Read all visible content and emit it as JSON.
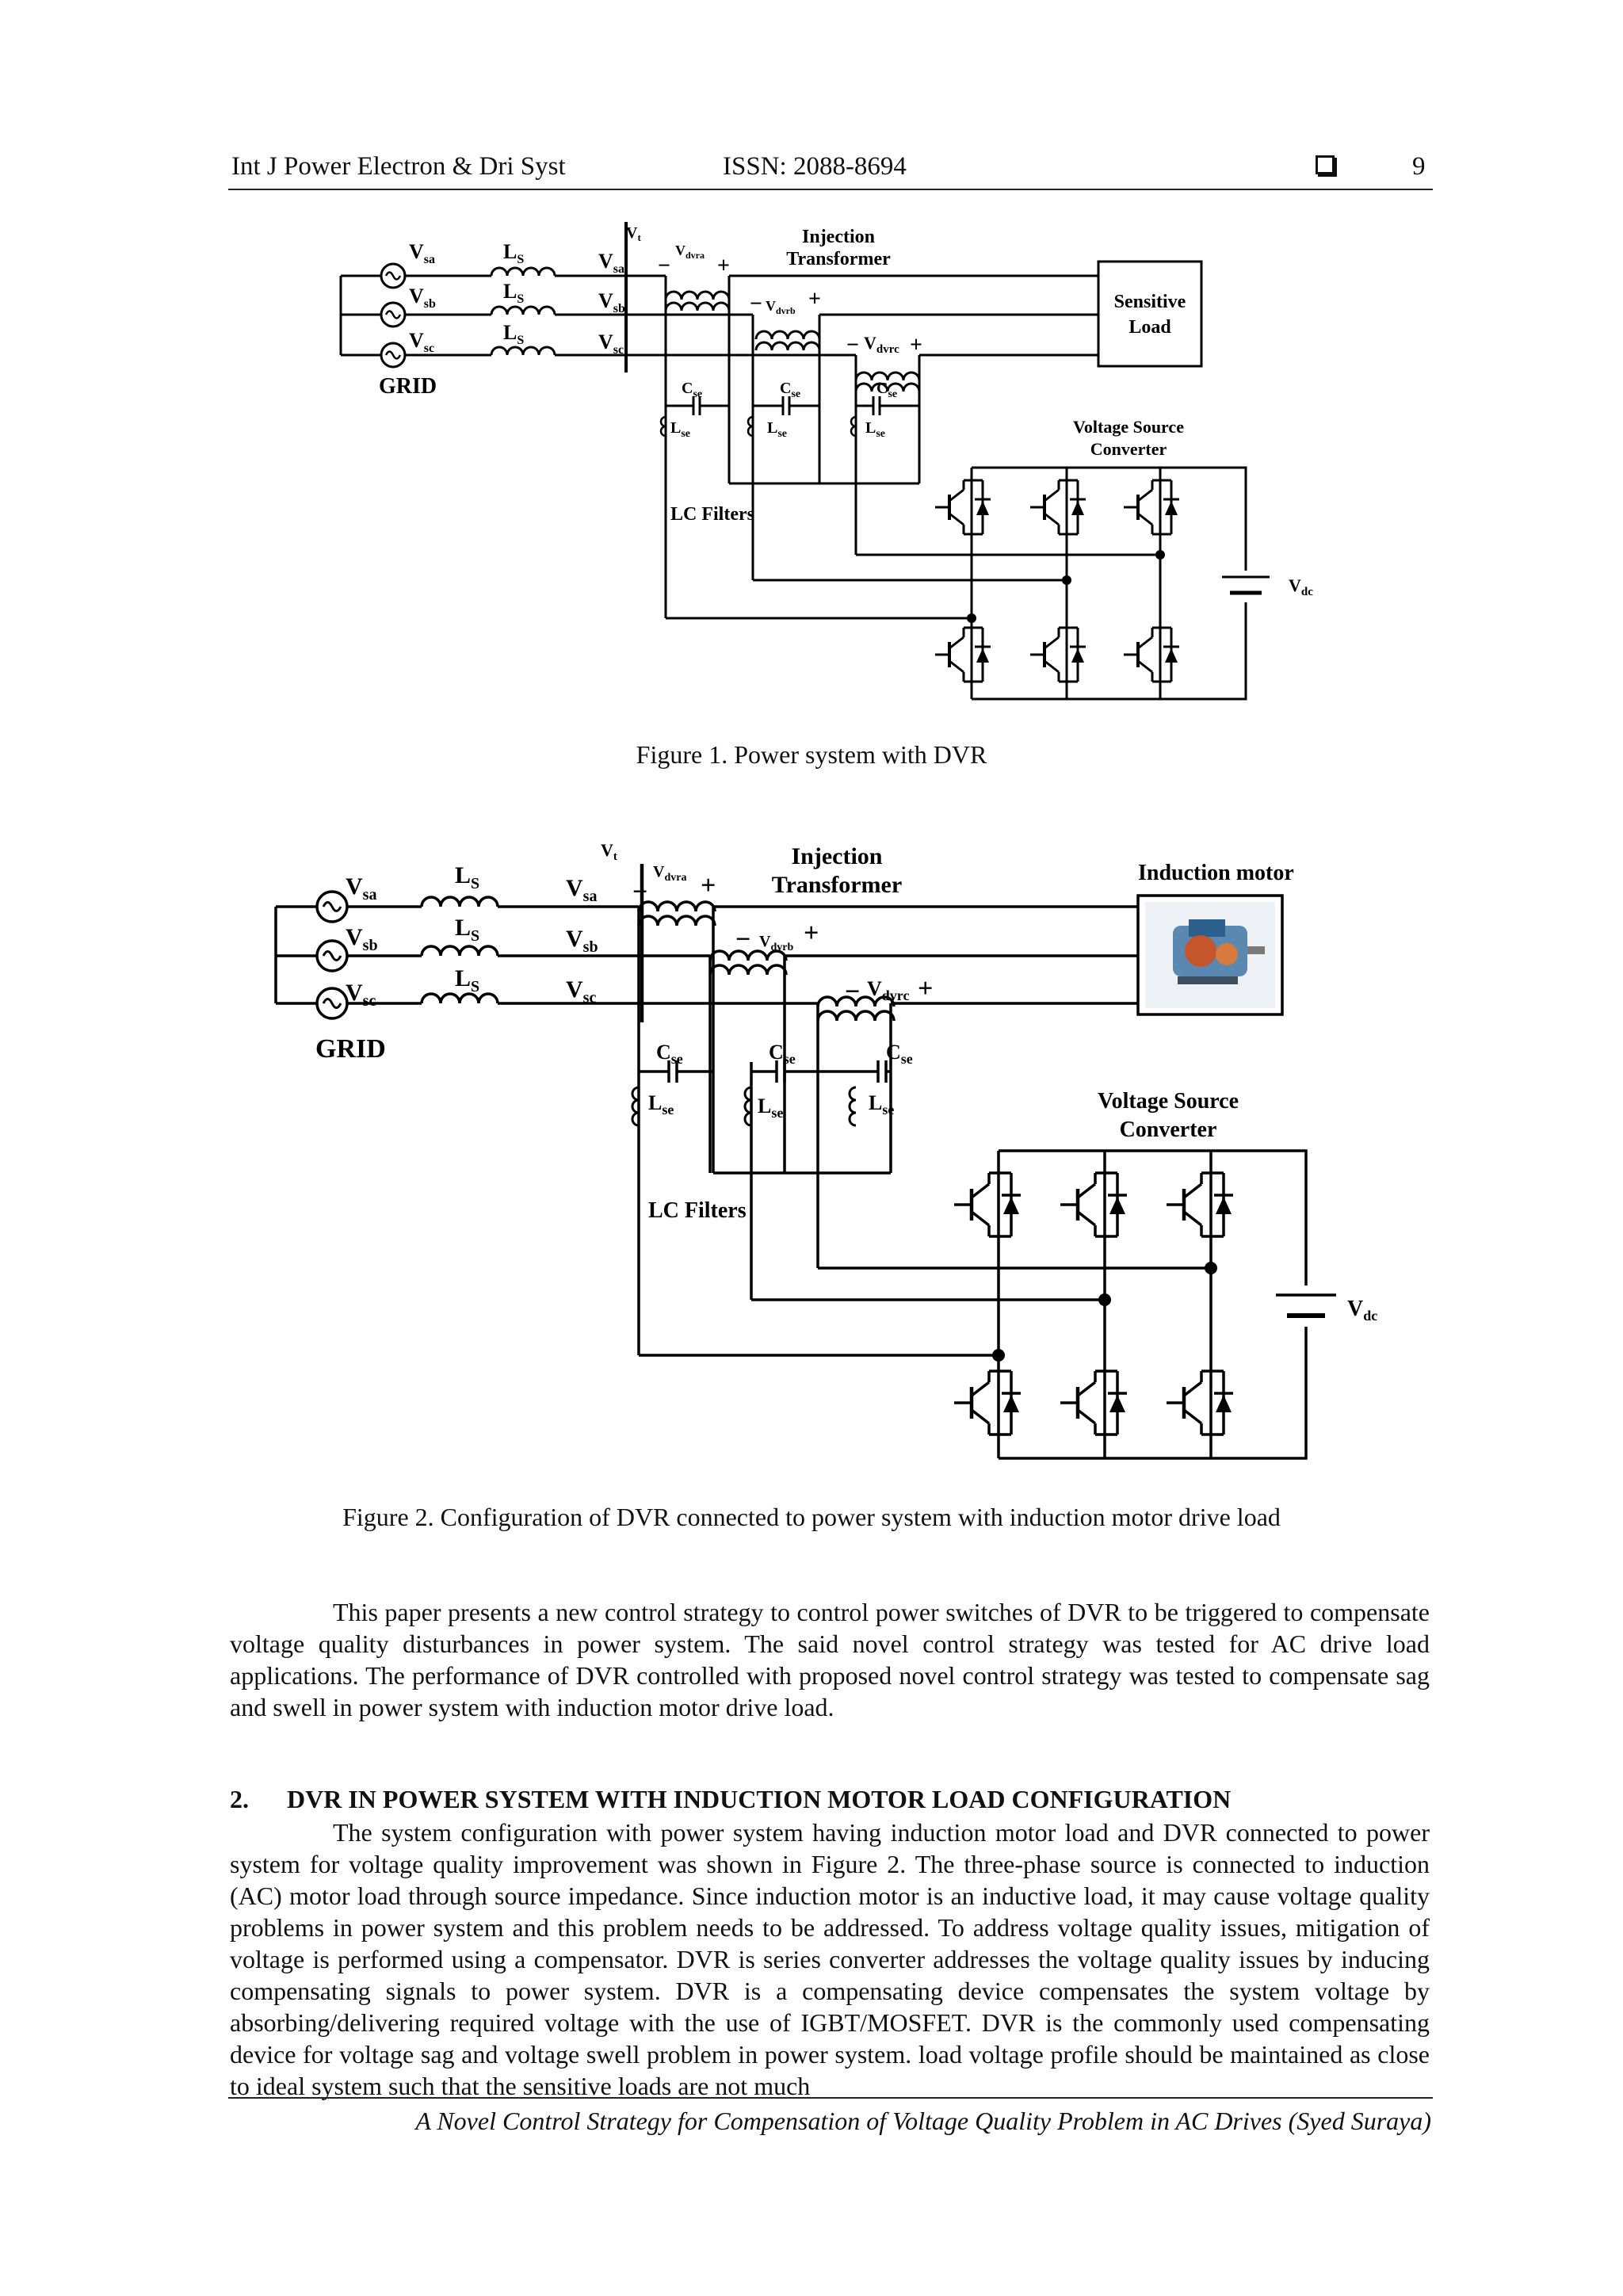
{
  "header": {
    "journal": "Int J Power Electron & Dri Syst",
    "issn": "ISSN: 2088-8694",
    "page": "9"
  },
  "figure1": {
    "caption": "Figure 1. Power system with DVR",
    "labels": {
      "vsa": "V",
      "vsa_sub": "sa",
      "vsb": "V",
      "vsb_sub": "sb",
      "vsc": "V",
      "vsc_sub": "sc",
      "ls": "L",
      "ls_sub": "S",
      "vt": "V",
      "vt_sub": "t",
      "grid": "GRID",
      "injection": "Injection",
      "transformer": "Transformer",
      "vdvra": "dvra",
      "vdvrb": "dvrb",
      "vdvrc": "dvrc",
      "load_line1": "Sensitive",
      "load_line2": "Load",
      "cse": "C",
      "cse_sub": "se",
      "lse": "L",
      "lse_sub": "se",
      "lc_filters": "LC Filters",
      "vsc_line1": "Voltage Source",
      "vsc_line2": "Converter",
      "vdc": "V",
      "vdc_sub": "dc"
    }
  },
  "figure2": {
    "caption": "Figure 2. Configuration of DVR connected to power system with induction motor drive load",
    "labels": {
      "motor": "Induction motor",
      "grid": "GRID",
      "injection": "Injection",
      "transformer": "Transformer",
      "lc_filters": "LC Filters",
      "vsc_line1": "Voltage Source",
      "vsc_line2": "Converter"
    }
  },
  "body": {
    "intro": "This paper presents a new control strategy to control power switches of DVR to be triggered to compensate voltage quality disturbances in power system. The said novel control strategy was tested for AC drive load applications. The performance of DVR controlled with proposed novel control strategy was tested to compensate sag and swell in power system with induction motor drive load.",
    "section_number": "2.",
    "section_title": "DVR IN POWER SYSTEM WITH INDUCTION MOTOR LOAD CONFIGURATION",
    "section_text": "The system configuration with power system having induction motor load and DVR connected to power system for voltage quality improvement was shown in Figure 2. The three-phase source is connected to induction (AC) motor load through source impedance. Since induction motor is an inductive load, it may cause voltage quality problems in power system and this problem needs to be addressed. To address voltage quality issues, mitigation of voltage is performed using a compensator. DVR is series converter addresses the voltage quality issues by inducing compensating signals to power system. DVR is a compensating device compensates the system voltage by absorbing/delivering required voltage with the use of IGBT/MOSFET. DVR is the commonly used compensating device for voltage sag and voltage swell problem in power system. load voltage profile should be maintained as close to ideal system such that the sensitive loads are not much"
  },
  "footer": "A Novel Control Strategy for Compensation of Voltage Quality Problem in AC Drives (Syed Suraya)"
}
